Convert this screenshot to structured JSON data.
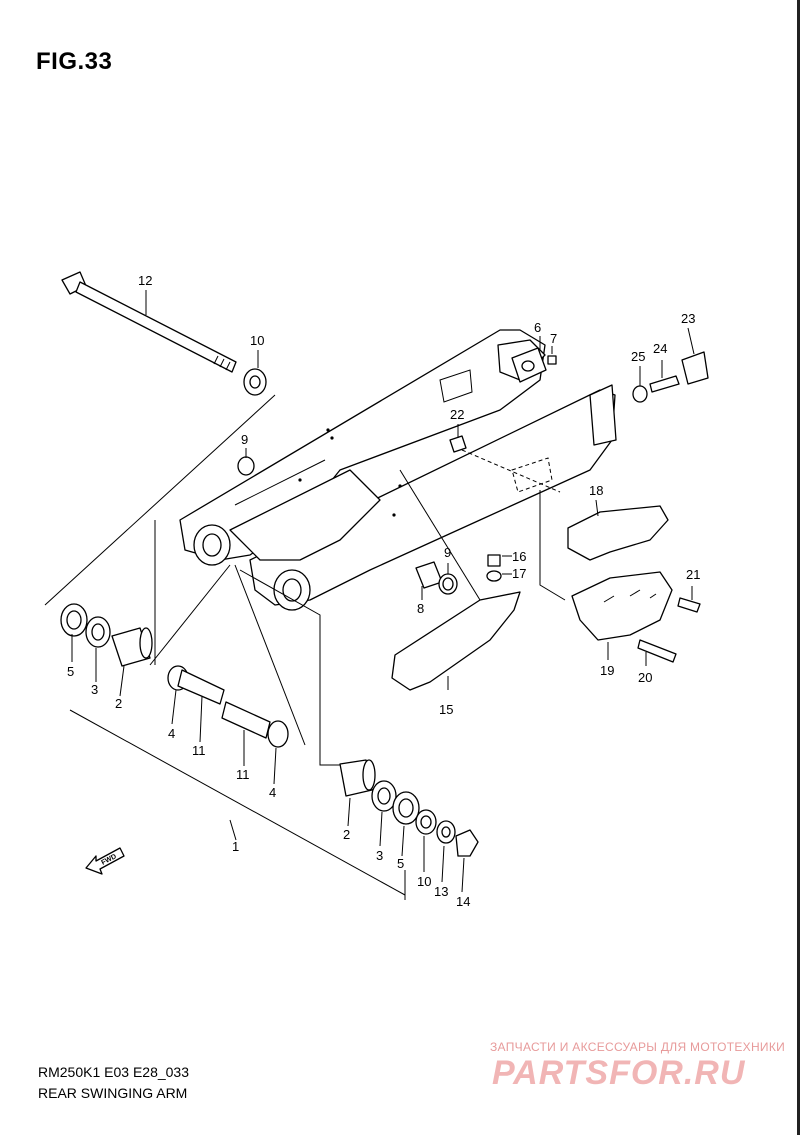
{
  "figure": {
    "title": "FIG.33",
    "model_code": "RM250K1 E03 E28_033",
    "name": "REAR SWINGING ARM"
  },
  "fwd_label": "FWD",
  "watermark": {
    "text": "ЗАПЧАСТИ И АКСЕССУАРЫ ДЛЯ МОТОТЕХНИКИ",
    "logo": "PARTSFOR.RU"
  },
  "callouts": {
    "c1": "1",
    "c2a": "2",
    "c2b": "2",
    "c3a": "3",
    "c3b": "3",
    "c4a": "4",
    "c4b": "4",
    "c5a": "5",
    "c5b": "5",
    "c6": "6",
    "c7": "7",
    "c8": "8",
    "c9a": "9",
    "c9b": "9",
    "c10a": "10",
    "c10b": "10",
    "c11a": "11",
    "c11b": "11",
    "c12": "12",
    "c13": "13",
    "c14": "14",
    "c15": "15",
    "c16": "16",
    "c17": "17",
    "c18": "18",
    "c19": "19",
    "c20": "20",
    "c21": "21",
    "c22": "22",
    "c23": "23",
    "c24": "24",
    "c25": "25"
  }
}
